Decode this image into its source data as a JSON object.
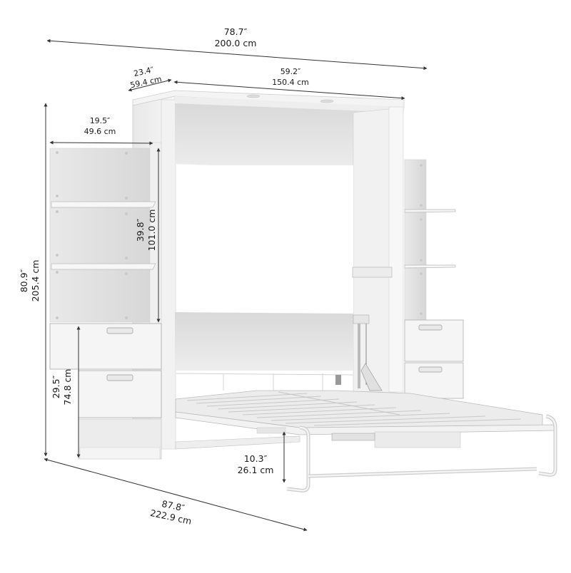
{
  "diagram": {
    "subject": "Queen murphy bed with storage units (dimension drawing)",
    "colors": {
      "background": "#ffffff",
      "panel_light": "#f2f2f2",
      "panel_mid": "#e4e4e4",
      "panel_shadow": "#d2d2d2",
      "metal_frame": "#dcdcdc",
      "dimension_line": "#333333",
      "text": "#1a1a1a"
    },
    "dimensions": {
      "overall_width": {
        "imperial": "78.7″",
        "metric": "200.0 cm"
      },
      "storage_depth": {
        "imperial": "23.4″",
        "metric": "59.4 cm"
      },
      "bed_cabinet_width": {
        "imperial": "59.2″",
        "metric": "150.4 cm"
      },
      "side_unit_width": {
        "imperial": "19.5″",
        "metric": "49.6 cm"
      },
      "overall_height": {
        "imperial": "80.9″",
        "metric": "205.4 cm"
      },
      "shelf_section_height": {
        "imperial": "39.8″",
        "metric": "101.0 cm"
      },
      "drawer_section_height": {
        "imperial": "29.5″",
        "metric": "74.8 cm"
      },
      "bed_clearance_height": {
        "imperial": "10.3″",
        "metric": "26.1 cm"
      },
      "open_bed_depth": {
        "imperial": "87.8″",
        "metric": "222.9 cm"
      }
    },
    "components": {
      "left_unit": {
        "open_shelves": 2,
        "drawers": 2,
        "bottom_cubby": 1
      },
      "right_unit": {
        "open_shelves": 2,
        "drawers": 2
      },
      "bed": {
        "state": "open",
        "slats": "wooden slat platform",
        "legs": "folding metal frame"
      }
    }
  }
}
